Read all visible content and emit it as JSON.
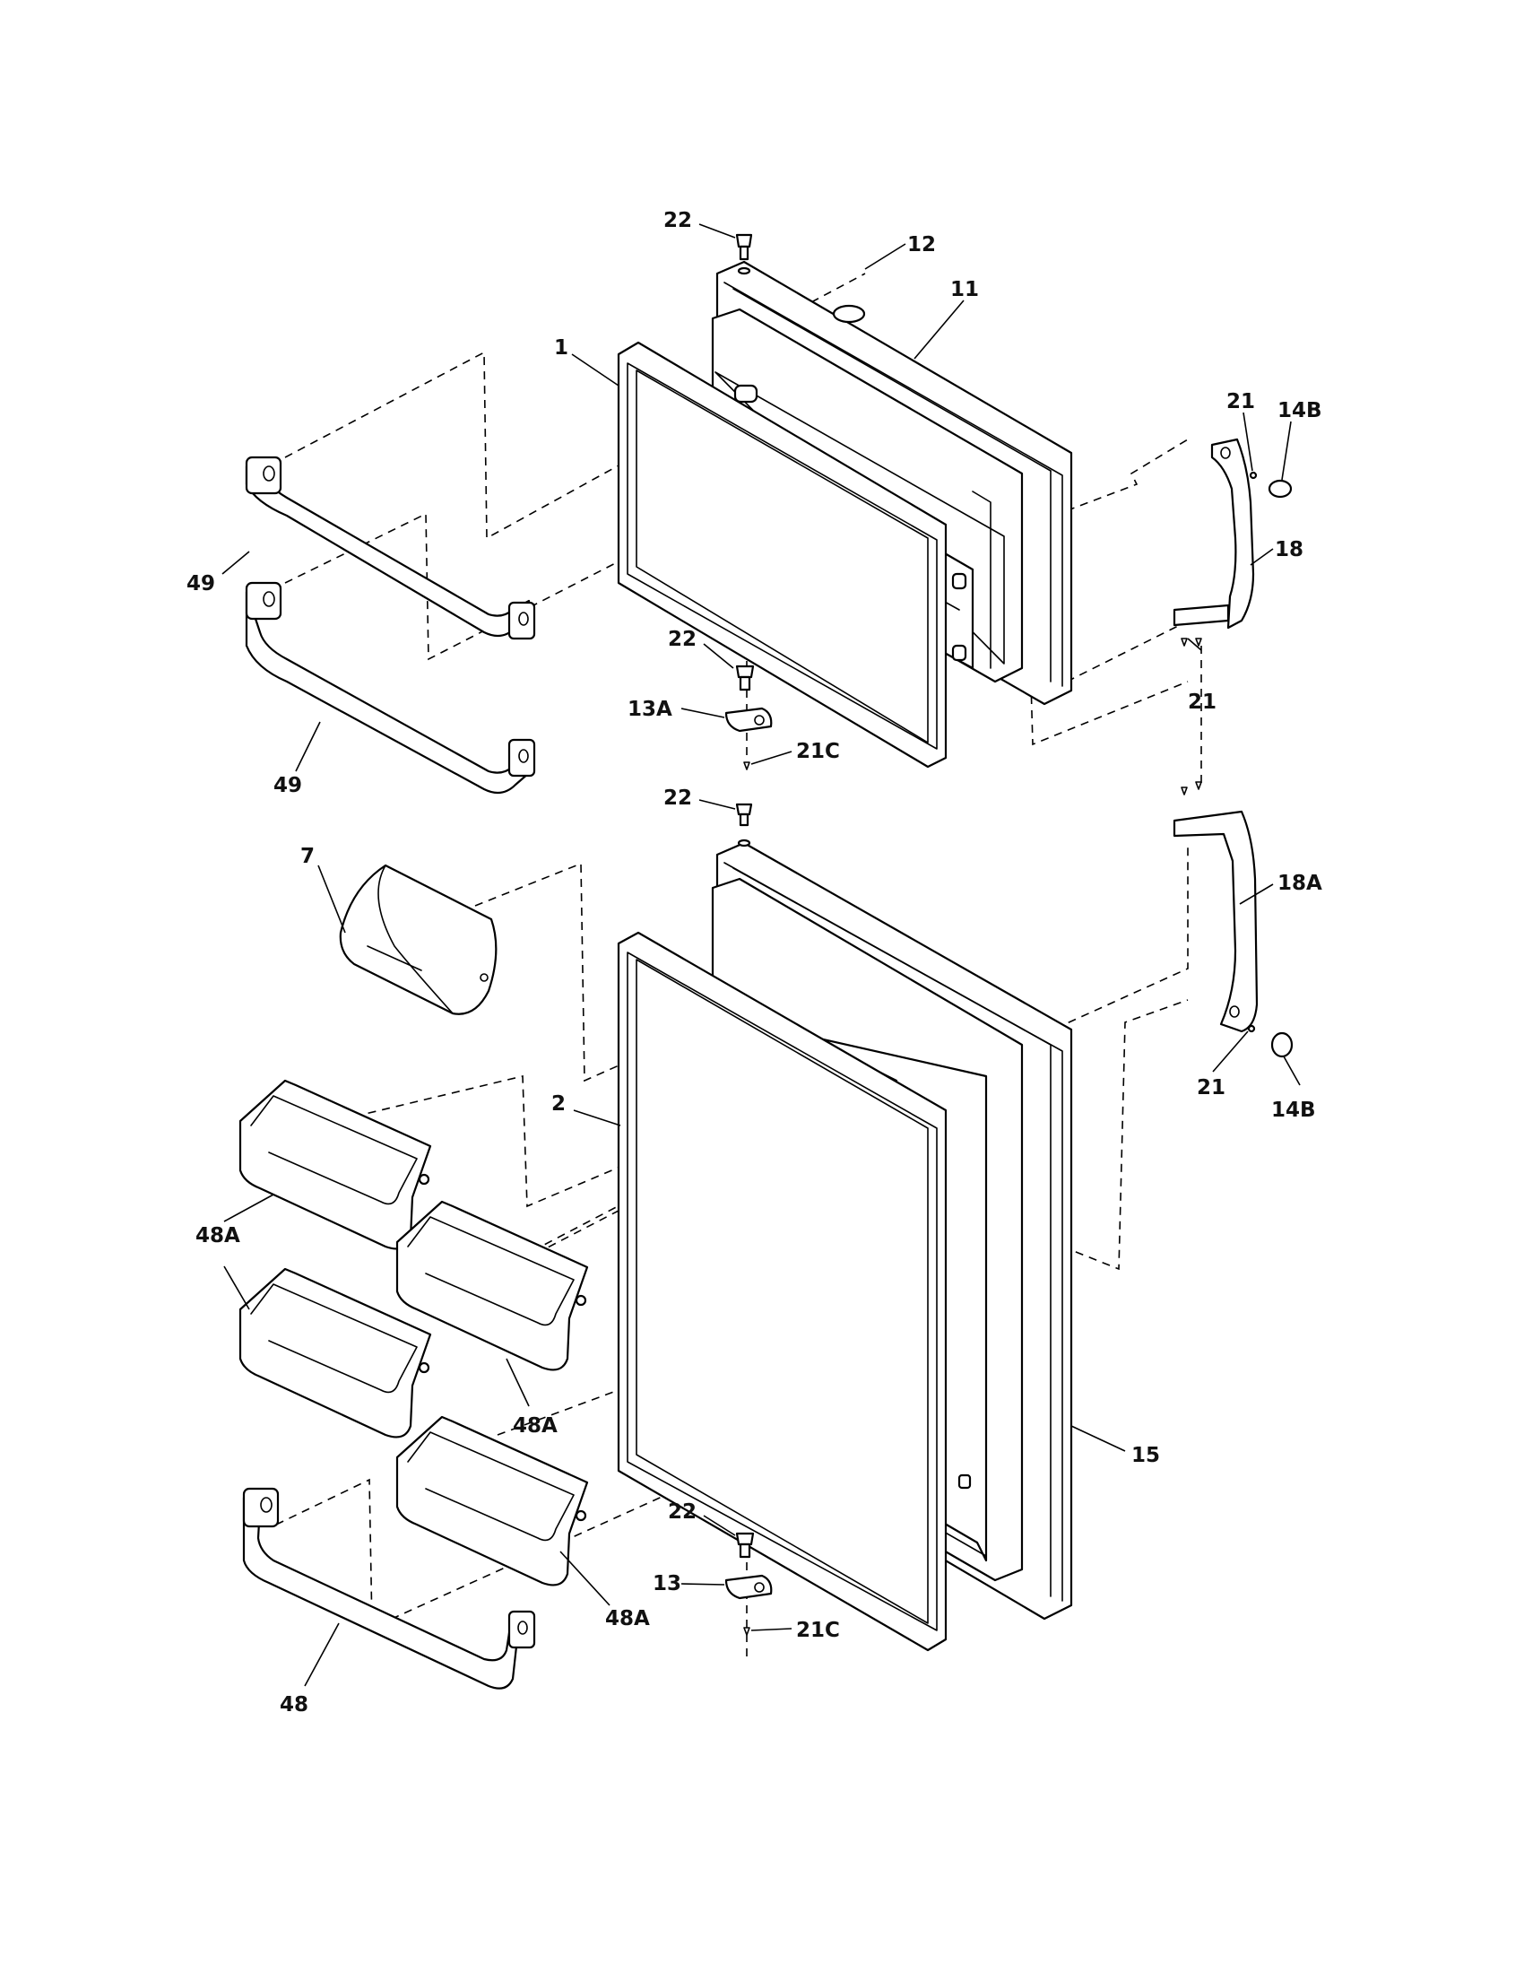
{
  "diagram": {
    "callouts": [
      {
        "id": "c22a",
        "text": "22"
      },
      {
        "id": "c12",
        "text": "12"
      },
      {
        "id": "c11",
        "text": "11"
      },
      {
        "id": "c1",
        "text": "1"
      },
      {
        "id": "c21a",
        "text": "21"
      },
      {
        "id": "c14Ba",
        "text": "14B"
      },
      {
        "id": "c18",
        "text": "18"
      },
      {
        "id": "c49a",
        "text": "49"
      },
      {
        "id": "c22b",
        "text": "22"
      },
      {
        "id": "c21b",
        "text": "21"
      },
      {
        "id": "c13A",
        "text": "13A"
      },
      {
        "id": "c21Ca",
        "text": "21C"
      },
      {
        "id": "c49b",
        "text": "49"
      },
      {
        "id": "c22c",
        "text": "22"
      },
      {
        "id": "c7",
        "text": "7"
      },
      {
        "id": "c18A",
        "text": "18A"
      },
      {
        "id": "c2",
        "text": "2"
      },
      {
        "id": "c21c",
        "text": "21"
      },
      {
        "id": "c14Bb",
        "text": "14B"
      },
      {
        "id": "c48Aa",
        "text": "48A"
      },
      {
        "id": "c48Ab",
        "text": "48A"
      },
      {
        "id": "c15",
        "text": "15"
      },
      {
        "id": "c22d",
        "text": "22"
      },
      {
        "id": "c13",
        "text": "13"
      },
      {
        "id": "c48Ac",
        "text": "48A"
      },
      {
        "id": "c21Cb",
        "text": "21C"
      },
      {
        "id": "c48",
        "text": "48"
      }
    ]
  }
}
